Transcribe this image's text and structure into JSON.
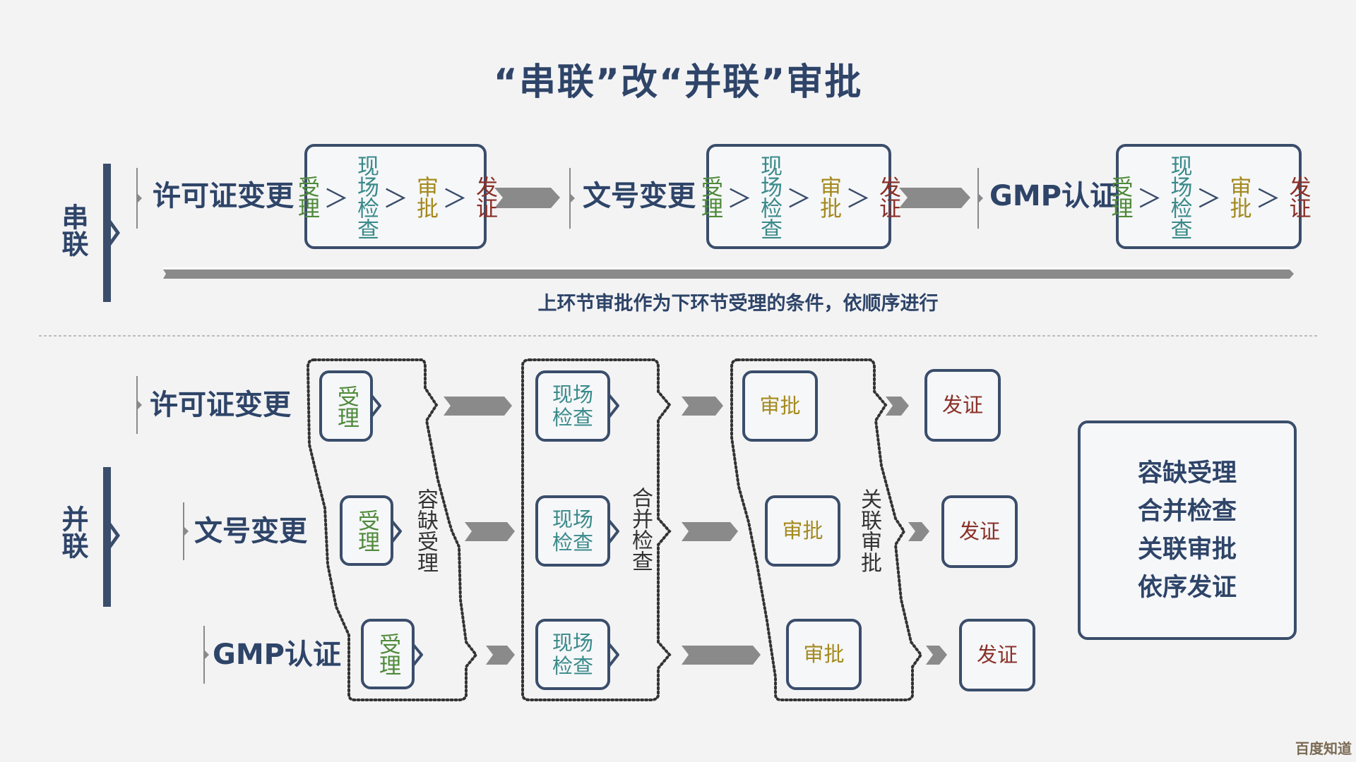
{
  "title": "“串联”改“并联”审批",
  "serial": {
    "label": "串联",
    "rows": [
      {
        "name": "许可证变更",
        "steps": [
          "受理",
          "现场检查",
          "审批",
          "发证"
        ]
      },
      {
        "name": "文号变更",
        "steps": [
          "受理",
          "现场检查",
          "审批",
          "发证"
        ]
      },
      {
        "name": "GMP认证",
        "steps": [
          "受理",
          "现场检查",
          "审批",
          "发证"
        ]
      }
    ],
    "separator": "＞",
    "caption": "上环节审批作为下环节受理的条件，依顺序进行"
  },
  "parallel": {
    "label": "并联",
    "rows": [
      {
        "name": "许可证变更"
      },
      {
        "name": "文号变更"
      },
      {
        "name": "GMP认证"
      }
    ],
    "columns": [
      {
        "step": "受理",
        "group_label": "容缺受理"
      },
      {
        "step": "现场检查",
        "group_label": "合并检查"
      },
      {
        "step": "审批",
        "group_label": "关联审批"
      },
      {
        "step": "发证",
        "group_label": ""
      }
    ],
    "summary": [
      "容缺受理",
      "合并检查",
      "关联审批",
      "依序发证"
    ]
  },
  "colors": {
    "navy": "#2e4468",
    "box_border": "#3a4d6b",
    "arrow_gray": "#8a8a8a",
    "accept_green": "#4e8a3a",
    "inspect_teal": "#3a8a8a",
    "approve_gold": "#a48a1e",
    "issue_red": "#8a3028"
  },
  "watermark": "百度知道"
}
